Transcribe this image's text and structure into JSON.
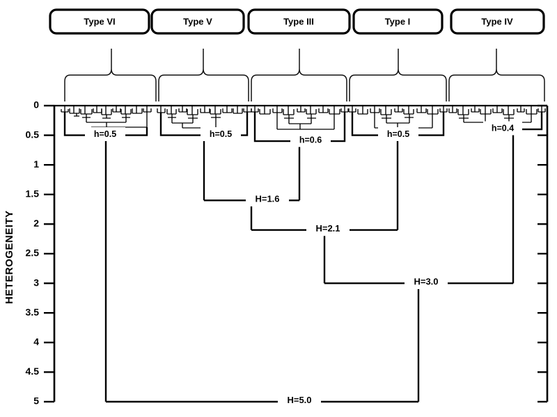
{
  "chart_data": {
    "type": "dendrogram",
    "title": "",
    "xlabel": "",
    "ylabel": "HETEROGENEITY",
    "ylim": [
      0,
      5
    ],
    "y_ticks": [
      "0",
      "0.5",
      "1",
      "1.5",
      "2",
      "2.5",
      "3",
      "3.5",
      "4",
      "4.5",
      "5"
    ],
    "y_tick_values": [
      0,
      0.5,
      1,
      1.5,
      2,
      2.5,
      3,
      3.5,
      4,
      4.5,
      5
    ],
    "grid": false,
    "legend": "none",
    "cluster_labels": [
      {
        "name": "Type VI",
        "center_x": 143
      },
      {
        "name": "Type V",
        "center_x": 284
      },
      {
        "name": "Type III",
        "center_x": 429
      },
      {
        "name": "Type I",
        "center_x": 571
      },
      {
        "name": "Type IV",
        "center_x": 714
      }
    ],
    "cluster_annotations": [
      {
        "label": "h=0.5",
        "height": 0.5,
        "cluster": "Type VI",
        "x": 152,
        "y": 0.52
      },
      {
        "label": "h=0.5",
        "height": 0.5,
        "cluster": "Type V",
        "x": 318,
        "y": 0.52
      },
      {
        "label": "h=0.6",
        "height": 0.6,
        "cluster": "Type III",
        "x": 447,
        "y": 0.63
      },
      {
        "label": "h=0.5",
        "height": 0.5,
        "cluster": "Type I",
        "x": 572,
        "y": 0.52
      },
      {
        "label": "h=0.4",
        "height": 0.4,
        "cluster": "Type IV",
        "x": 722,
        "y": 0.42
      }
    ],
    "merge_annotations": [
      {
        "label": "H=1.6",
        "height": 1.6,
        "x": 384,
        "merges": [
          "Type V",
          "Type III"
        ]
      },
      {
        "label": "H=2.1",
        "height": 2.1,
        "x": 471,
        "merges": [
          "Type V+III",
          "Type I"
        ]
      },
      {
        "label": "H=3.0",
        "height": 3.0,
        "x": 612,
        "merges": [
          "Type V+III+I",
          "Type IV"
        ]
      },
      {
        "label": "H=5.0",
        "height": 5.0,
        "x": 430,
        "merges": [
          "Type VI",
          "rest"
        ]
      }
    ]
  },
  "axis": {
    "title": "HETEROGENEITY",
    "ticks": [
      "0",
      "0.5",
      "1",
      "1.5",
      "2",
      "2.5",
      "3",
      "3.5",
      "4",
      "4.5",
      "5"
    ]
  },
  "boxes": [
    {
      "label": "Type VI"
    },
    {
      "label": "Type V"
    },
    {
      "label": "Type III"
    },
    {
      "label": "Type I"
    },
    {
      "label": "Type IV"
    }
  ],
  "cluster_heights": [
    {
      "label": "h=0.5"
    },
    {
      "label": "h=0.5"
    },
    {
      "label": "h=0.6"
    },
    {
      "label": "h=0.5"
    },
    {
      "label": "h=0.4"
    }
  ],
  "merges": [
    {
      "label": "H=1.6"
    },
    {
      "label": "H=2.1"
    },
    {
      "label": "H=3.0"
    },
    {
      "label": "H=5.0"
    }
  ]
}
